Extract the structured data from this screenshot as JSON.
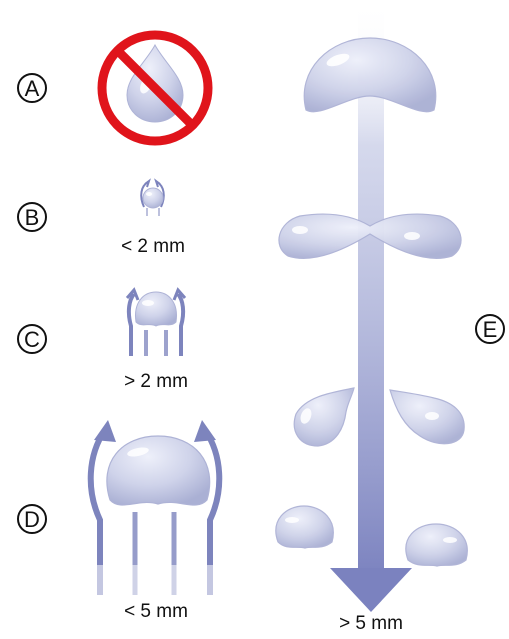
{
  "diagram": {
    "panels": [
      {
        "id": "A",
        "letter": "A",
        "caption": ""
      },
      {
        "id": "B",
        "letter": "B",
        "caption": "< 2 mm"
      },
      {
        "id": "C",
        "letter": "C",
        "caption": "> 2 mm"
      },
      {
        "id": "D",
        "letter": "D",
        "caption": "< 5 mm"
      },
      {
        "id": "E",
        "letter": "E",
        "caption": "> 5 mm"
      }
    ],
    "colors": {
      "drop_fill": "#c9cde6",
      "drop_stroke": "#aeb3d6",
      "arrow": "#7d84bd",
      "no_sign": "#e0141b",
      "text": "#111111"
    },
    "icons": {
      "prohibition": "no-sign-icon",
      "raindrop": "raindrop-icon"
    }
  }
}
